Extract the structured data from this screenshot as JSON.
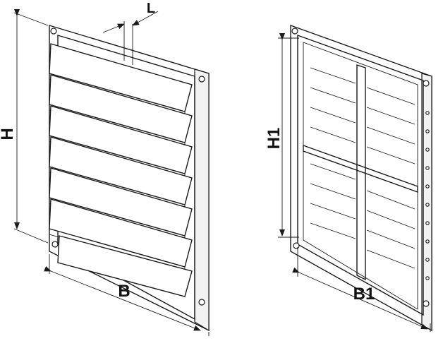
{
  "diagram": {
    "dimension_labels": {
      "outer_height": "H",
      "outer_width": "B",
      "depth": "L",
      "inner_height": "H1",
      "inner_width": "B1"
    }
  }
}
